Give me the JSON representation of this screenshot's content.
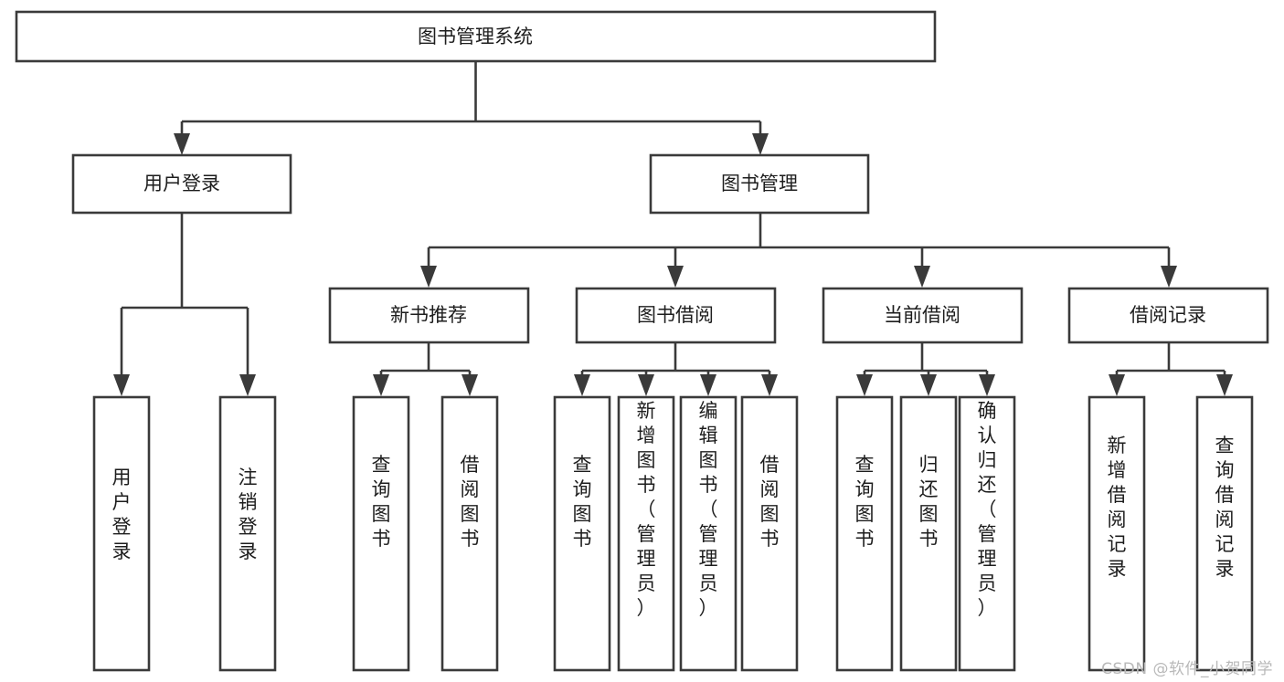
{
  "diagram": {
    "title": "图书管理系统",
    "type": "tree-hierarchy-diagram",
    "colors": {
      "box_stroke": "#3a3a3a",
      "box_fill": "#ffffff",
      "text": "#1d1d1d",
      "watermark": "#b9b9b9",
      "background": "#ffffff"
    },
    "root": {
      "label": "图书管理系统"
    },
    "level2": [
      {
        "label": "用户登录"
      },
      {
        "label": "图书管理"
      }
    ],
    "level3": [
      {
        "label": "新书推荐"
      },
      {
        "label": "图书借阅"
      },
      {
        "label": "当前借阅"
      },
      {
        "label": "借阅记录"
      }
    ],
    "leaves": {
      "user_login": [
        {
          "label": "用户登录"
        },
        {
          "label": "注销登录"
        }
      ],
      "new_book_recommend": [
        {
          "label": "查询图书"
        },
        {
          "label": "借阅图书"
        }
      ],
      "book_borrow": [
        {
          "label": "查询图书"
        },
        {
          "label": "新增图书（管理员）"
        },
        {
          "label": "编辑图书（管理员）"
        },
        {
          "label": "借阅图书"
        }
      ],
      "current_borrow": [
        {
          "label": "查询图书"
        },
        {
          "label": "归还图书"
        },
        {
          "label": "确认归还（管理员）"
        }
      ],
      "borrow_record": [
        {
          "label": "新增借阅记录"
        },
        {
          "label": "查询借阅记录"
        }
      ]
    }
  },
  "watermark": {
    "text": "CSDN @软件_小贺同学"
  }
}
